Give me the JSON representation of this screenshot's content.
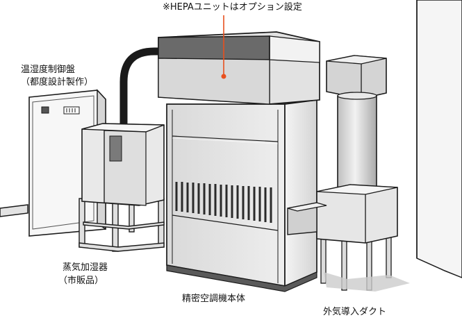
{
  "labels": {
    "hepa_note": "※HEPAユニットはオプション設定",
    "controller_line1": "温湿度制御盤",
    "controller_line2": "（都度設計製作）",
    "humidifier_line1": "蒸気加湿器",
    "humidifier_line2": "（市販品）",
    "main_unit": "精密空調機本体",
    "duct": "外気導入ダクト"
  },
  "colors": {
    "accent": "#e8501e",
    "outline": "#1a1a1a",
    "panel_light": "#e6e6e6",
    "panel_mid": "#cfcfcf",
    "panel_dark": "#6a6a6a"
  }
}
